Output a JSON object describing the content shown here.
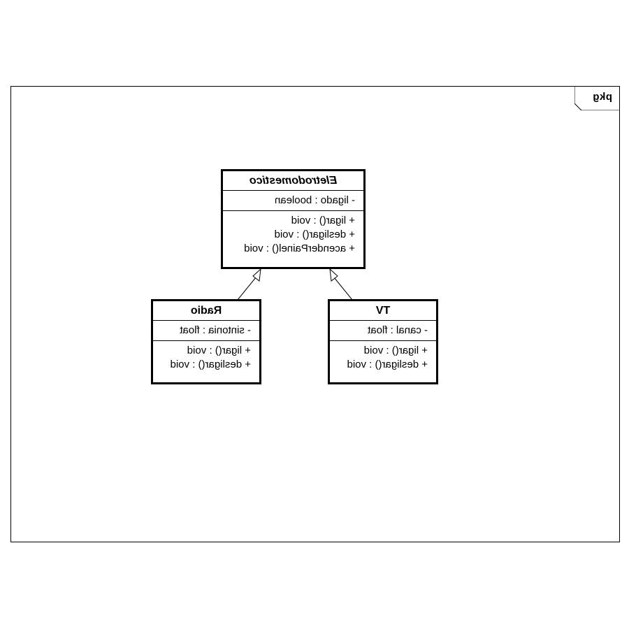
{
  "package": {
    "label": "pkg"
  },
  "classes": {
    "eletrodomestico": {
      "name": "Eletrodomestico",
      "attributes": [
        "- ligado : boolean"
      ],
      "operations": [
        "+ ligar() : void",
        "+ desligar() : void",
        "+ acenderPainel() : void"
      ]
    },
    "tv": {
      "name": "TV",
      "attributes": [
        "- canal : float"
      ],
      "operations": [
        "+ ligar() : void",
        "+ desligar() : void"
      ]
    },
    "radio": {
      "name": "Radio",
      "attributes": [
        "- sintonia : float"
      ],
      "operations": [
        "+ ligar() : void",
        "+ desligar() : void"
      ]
    }
  },
  "relationships": [
    {
      "type": "generalization",
      "from": "TV",
      "to": "Eletrodomestico"
    },
    {
      "type": "generalization",
      "from": "Radio",
      "to": "Eletrodomestico"
    }
  ]
}
